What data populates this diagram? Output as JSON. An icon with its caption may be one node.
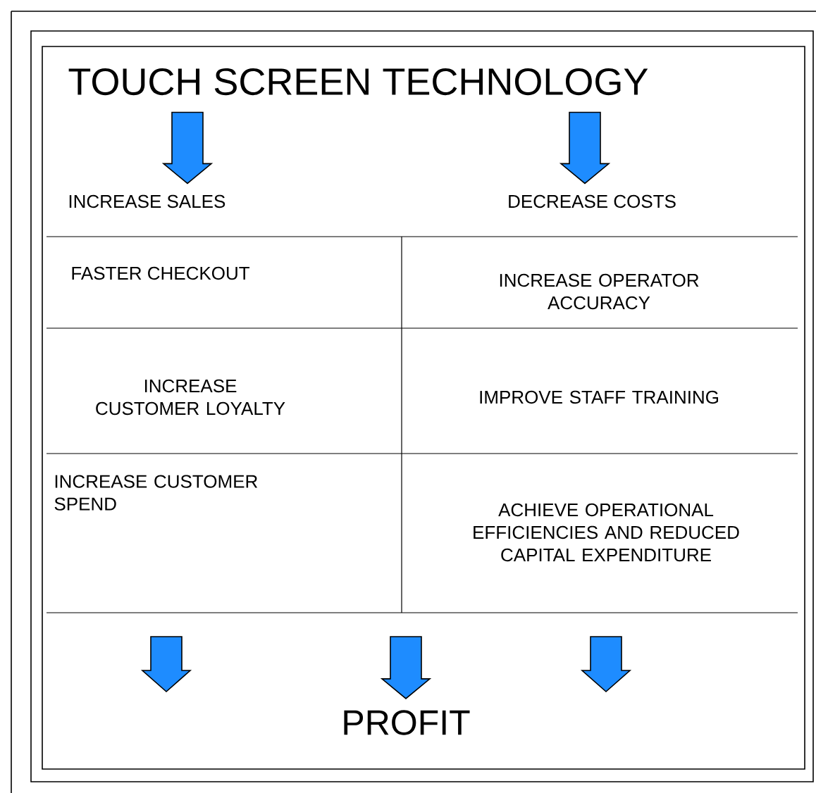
{
  "diagram": {
    "nodes": [
      {
        "text": [
          "TOUCH SCREEN TECHNOLOGY"
        ]
      },
      {
        "text": [
          "INCREASE SALES"
        ]
      },
      {
        "text": [
          "DECREASE COSTS"
        ]
      },
      {
        "text": [
          "FASTER CHECKOUT"
        ]
      },
      {
        "text": [
          "INCREASE OPERATOR ACCURACY"
        ]
      },
      {
        "text": [
          "INCREASE CUSTOMER LOYALTY"
        ]
      },
      {
        "text": [
          "IMPROVE STAFF TRAINING"
        ]
      },
      {
        "text": [
          "INCREASE CUSTOMER SPEND"
        ]
      },
      {
        "text": [
          "ACHIEVE OPERATIONAL EFFICIENCIES AND REDUCED CAPITAL EXPENDITURE"
        ]
      },
      {
        "text": [
          "PROFIT"
        ]
      }
    ],
    "edges": [
      {
        "from": 0,
        "to": 1,
        "arrow": "to"
      },
      {
        "from": 0,
        "to": 2,
        "arrow": "to"
      },
      {
        "from": null,
        "to": 9,
        "arrow": "to"
      }
    ]
  }
}
